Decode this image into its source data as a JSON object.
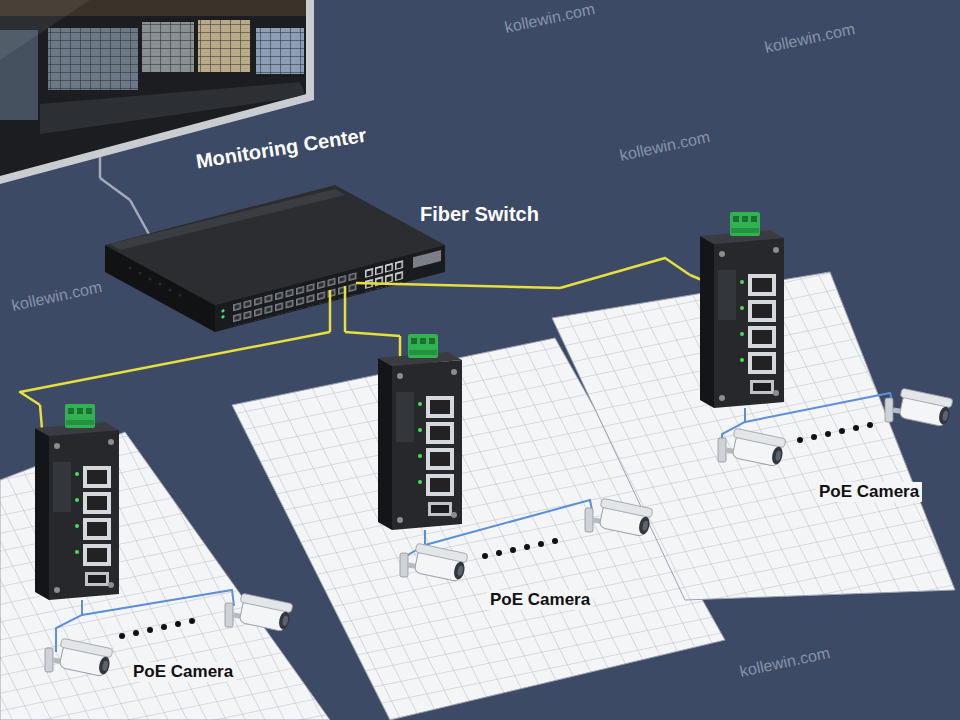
{
  "diagram": {
    "nodes": [
      {
        "text": [
          "Monitoring Center"
        ]
      },
      {
        "text": [
          "Fiber Switch"
        ]
      },
      {
        "text": [
          "PoE Camera"
        ]
      },
      {
        "text": [
          "PoE Camera"
        ]
      },
      {
        "text": [
          "PoE Camera"
        ]
      }
    ],
    "edges": [
      {
        "from": 0,
        "to": 1,
        "arrow": "none"
      },
      {
        "from": 1,
        "to": 2,
        "arrow": "none"
      },
      {
        "from": 1,
        "to": 3,
        "arrow": "none"
      },
      {
        "from": 1,
        "to": 4,
        "arrow": "none"
      }
    ],
    "labels": [
      "kollewin.com",
      "kollewin.com",
      "kollewin.com",
      "kollewin.com",
      "kollewin.com"
    ]
  }
}
